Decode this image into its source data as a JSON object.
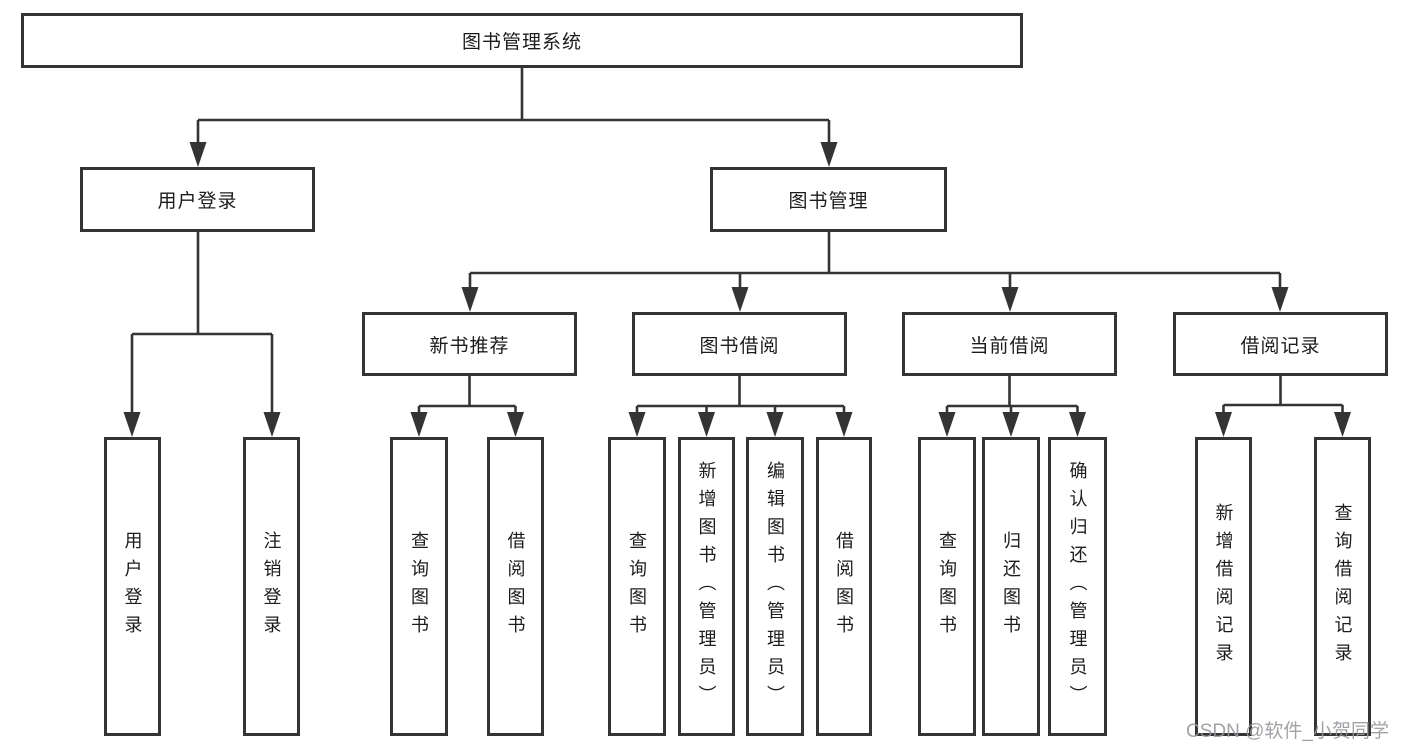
{
  "root": {
    "label": "图书管理系统"
  },
  "level2": {
    "user_login": {
      "label": "用户登录"
    },
    "book_management": {
      "label": "图书管理"
    }
  },
  "level3": {
    "new_book_recommend": {
      "label": "新书推荐"
    },
    "book_borrow": {
      "label": "图书借阅"
    },
    "current_borrow": {
      "label": "当前借阅"
    },
    "borrow_records": {
      "label": "借阅记录"
    }
  },
  "level4": {
    "user_login_op": {
      "label": "用户登录"
    },
    "logout_op": {
      "label": "注销登录"
    },
    "query_book_recommend": {
      "label": "查询图书"
    },
    "borrow_book_recommend": {
      "label": "借阅图书"
    },
    "query_book_borrow": {
      "label": "查询图书"
    },
    "add_book_admin": {
      "label": "新增图书（管理员）"
    },
    "edit_book_admin": {
      "label": "编辑图书（管理员）"
    },
    "borrow_book_op": {
      "label": "借阅图书"
    },
    "query_book_current": {
      "label": "查询图书"
    },
    "return_book": {
      "label": "归还图书"
    },
    "confirm_return_admin": {
      "label": "确认归还（管理员）"
    },
    "add_borrow_record": {
      "label": "新增借阅记录"
    },
    "query_borrow_record": {
      "label": "查询借阅记录"
    }
  },
  "watermark": {
    "text": "CSDN @软件_小贺同学"
  },
  "colors": {
    "line": "#343434",
    "border": "#343434",
    "text": "#1c1c1c",
    "background": "#ffffff",
    "watermark": "#98989d"
  }
}
